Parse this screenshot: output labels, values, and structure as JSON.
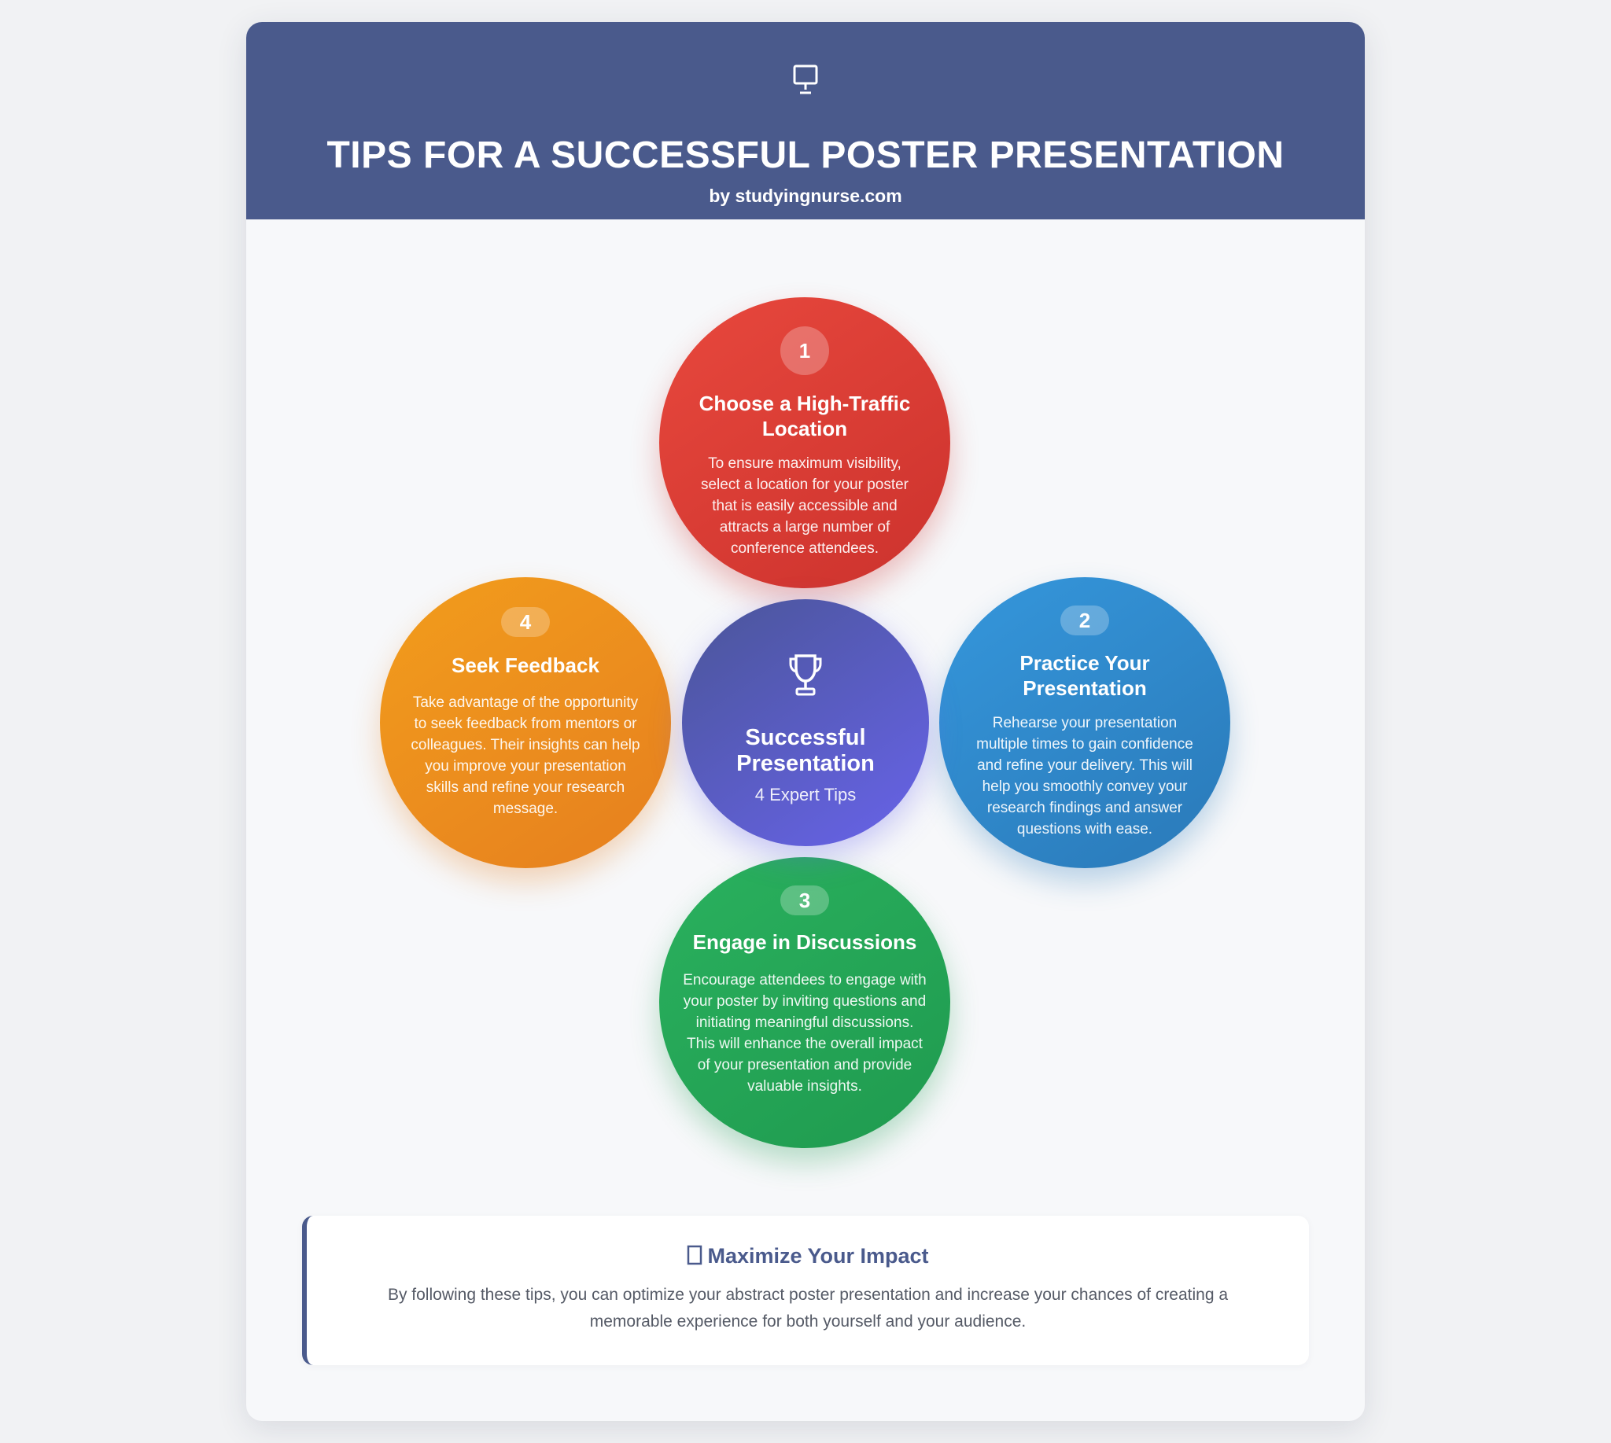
{
  "header": {
    "icon": "presentation-icon",
    "title": "TIPS FOR A SUCCESSFUL POSTER PRESENTATION",
    "subtitle": "by studyingnurse.com",
    "background": "#4a5a8c"
  },
  "tips": [
    {
      "number": "1",
      "title": "Choose a High-Traffic Location",
      "description": "To ensure maximum visibility, select a location for your poster that is easily accessible and attracts a large number of conference attendees.",
      "color": "#d93a34"
    },
    {
      "number": "2",
      "title": "Practice Your Presentation",
      "description": "Rehearse your presentation multiple times to gain confidence and refine your delivery. This will help you smoothly convey your research findings and answer questions with ease.",
      "color": "#3088cc"
    },
    {
      "number": "3",
      "title": "Engage in Discussions",
      "description": "Encourage attendees to engage with your poster by inviting questions and initiating meaningful discussions. This will enhance the overall impact of your presentation and provide valuable insights.",
      "color": "#25a556"
    },
    {
      "number": "4",
      "title": "Seek Feedback",
      "description": "Take advantage of the opportunity to seek feedback from mentors or colleagues. Their insights can help you improve your presentation skills and refine your research message.",
      "color": "#ec8e1d"
    }
  ],
  "center": {
    "icon": "trophy-icon",
    "title": "Successful Presentation",
    "subtitle": "4 Expert Tips",
    "color": "#5b5dc8"
  },
  "impact": {
    "icon": "target-icon",
    "title": "Maximize Your Impact",
    "text": "By following these tips, you can optimize your abstract poster presentation and increase your chances of creating a memorable experience for both yourself and your audience."
  }
}
